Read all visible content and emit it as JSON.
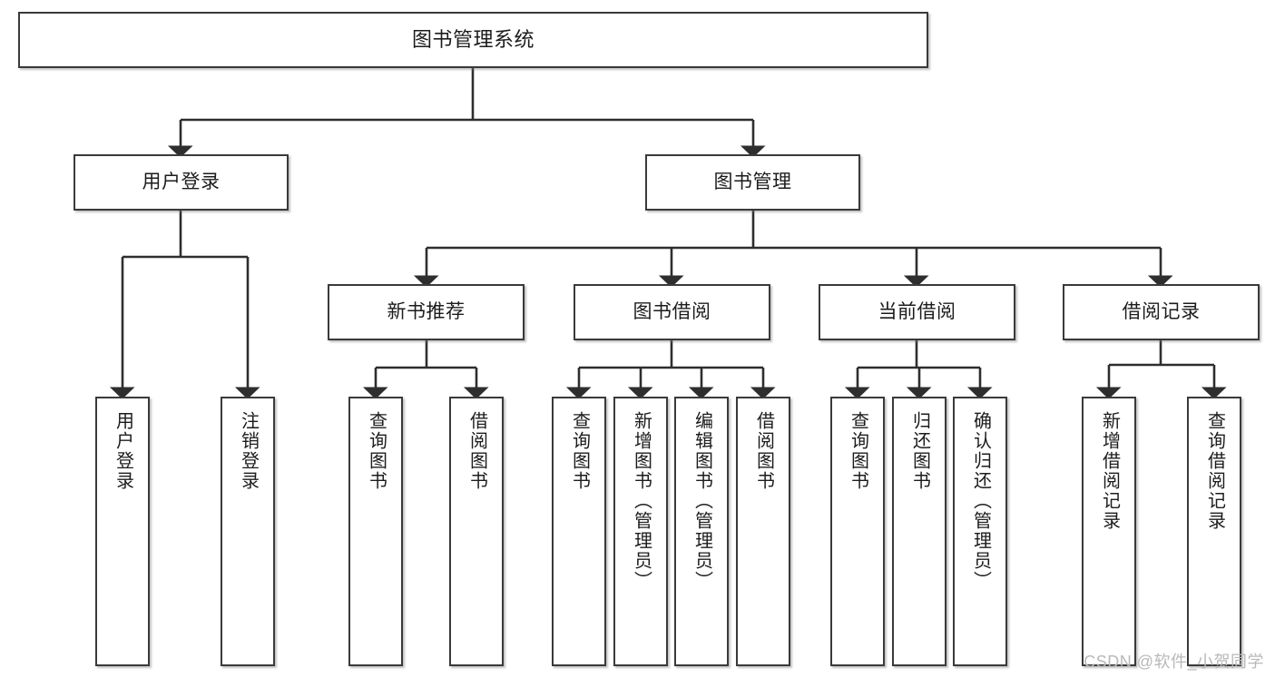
{
  "diagram": {
    "title": "图书管理系统",
    "type": "tree",
    "root": {
      "id": "root",
      "label": "图书管理系统"
    },
    "level2": [
      {
        "id": "user-login",
        "label": "用户登录"
      },
      {
        "id": "book-management",
        "label": "图书管理"
      }
    ],
    "level3": [
      {
        "id": "new-book-recommend",
        "label": "新书推荐",
        "parent": "book-management"
      },
      {
        "id": "book-borrow",
        "label": "图书借阅",
        "parent": "book-management"
      },
      {
        "id": "current-borrow",
        "label": "当前借阅",
        "parent": "book-management"
      },
      {
        "id": "borrow-record",
        "label": "借阅记录",
        "parent": "book-management"
      }
    ],
    "leaves": [
      {
        "id": "leaf-user-login",
        "label": "用户登录",
        "parent": "user-login"
      },
      {
        "id": "leaf-user-logout",
        "label": "注销登录",
        "parent": "user-login"
      },
      {
        "id": "leaf-query-book-1",
        "label": "查询图书",
        "parent": "new-book-recommend"
      },
      {
        "id": "leaf-borrow-book-1",
        "label": "借阅图书",
        "parent": "new-book-recommend"
      },
      {
        "id": "leaf-query-book-2",
        "label": "查询图书",
        "parent": "book-borrow"
      },
      {
        "id": "leaf-add-book",
        "label": "新增图书（管理员）",
        "parent": "book-borrow"
      },
      {
        "id": "leaf-edit-book",
        "label": "编辑图书（管理员）",
        "parent": "book-borrow"
      },
      {
        "id": "leaf-borrow-book-2",
        "label": "借阅图书",
        "parent": "book-borrow"
      },
      {
        "id": "leaf-query-book-3",
        "label": "查询图书",
        "parent": "current-borrow"
      },
      {
        "id": "leaf-return-book",
        "label": "归还图书",
        "parent": "current-borrow"
      },
      {
        "id": "leaf-confirm-return",
        "label": "确认归还（管理员）",
        "parent": "current-borrow"
      },
      {
        "id": "leaf-add-record",
        "label": "新增借阅记录",
        "parent": "borrow-record"
      },
      {
        "id": "leaf-query-record",
        "label": "查询借阅记录",
        "parent": "borrow-record"
      }
    ]
  },
  "watermark": {
    "text": "CSDN @软件_小贺同学"
  },
  "colors": {
    "box_border": "#3a3a3a",
    "box_fill": "#ffffff",
    "edge": "#2e2e2e",
    "text": "#1c1c1c",
    "watermark": "#b9b9b9"
  }
}
